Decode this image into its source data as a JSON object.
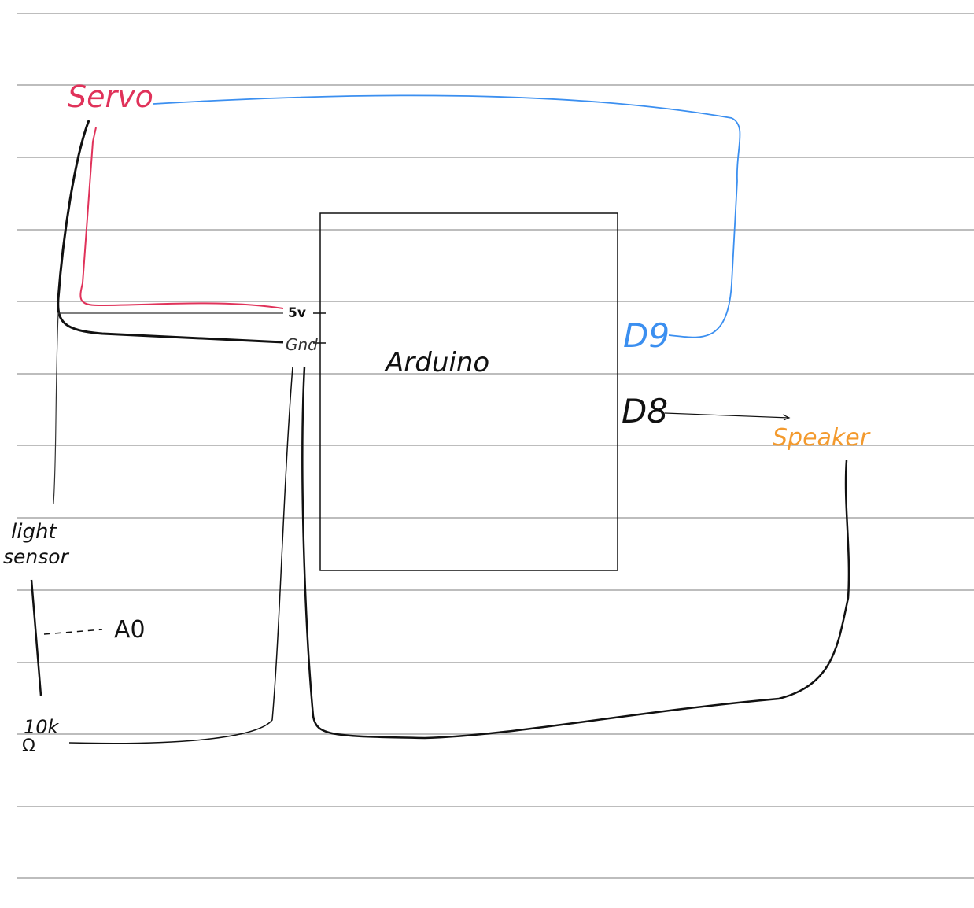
{
  "labels": {
    "servo": "Servo",
    "five_v": "5v",
    "gnd": "Gnd",
    "arduino": "Arduino",
    "d9": "D9",
    "d8": "D8",
    "speaker": "Speaker",
    "light_sensor_1": "light",
    "light_sensor_2": "sensor",
    "a0": "A0",
    "resistor_value": "10k",
    "ohm": "Ω"
  },
  "colors": {
    "servo": "#e0325a",
    "d9_wire": "#3b8ff0",
    "speaker": "#f39a2e",
    "ink": "#111111",
    "ruled_line": "#bdbdbd"
  }
}
